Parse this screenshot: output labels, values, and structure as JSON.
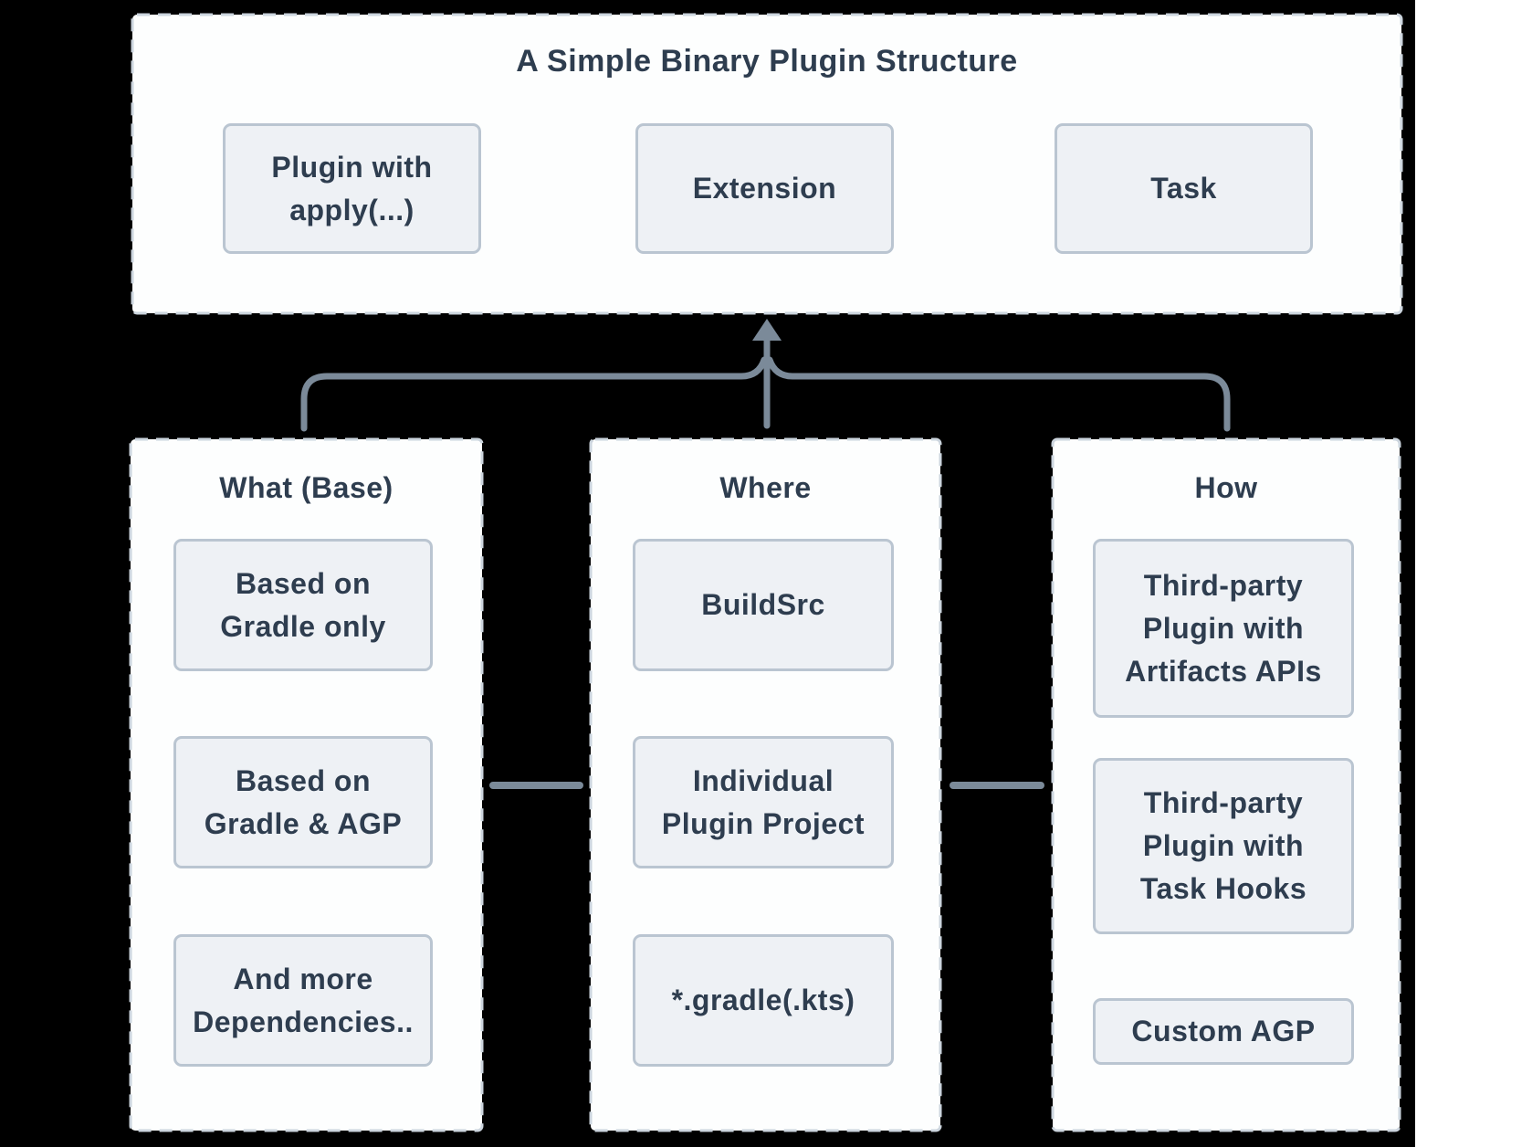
{
  "diagram": {
    "title": "A Simple Binary Plugin Structure",
    "top_panel": {
      "boxes": [
        "Plugin with\napply(...)",
        "Extension",
        "Task"
      ]
    },
    "columns": [
      {
        "heading": "What (Base)",
        "boxes": [
          "Based on\nGradle only",
          "Based on\nGradle & AGP",
          "And more\nDependencies.."
        ]
      },
      {
        "heading": "Where",
        "boxes": [
          "BuildSrc",
          "Individual\nPlugin Project",
          "*.gradle(.kts)"
        ]
      },
      {
        "heading": "How",
        "boxes": [
          "Third-party\nPlugin with\nArtifacts APIs",
          "Third-party\nPlugin with\nTask Hooks",
          "Custom AGP"
        ]
      }
    ],
    "colors": {
      "background": "#000000",
      "panel_fill": "#fdfefe",
      "dashed_border": "#ccd5de",
      "node_fill": "#eef1f5",
      "node_border": "#bac5d1",
      "text": "#2e3d4f",
      "connector": "#7b8a99",
      "right_margin": "#ffffff"
    }
  }
}
